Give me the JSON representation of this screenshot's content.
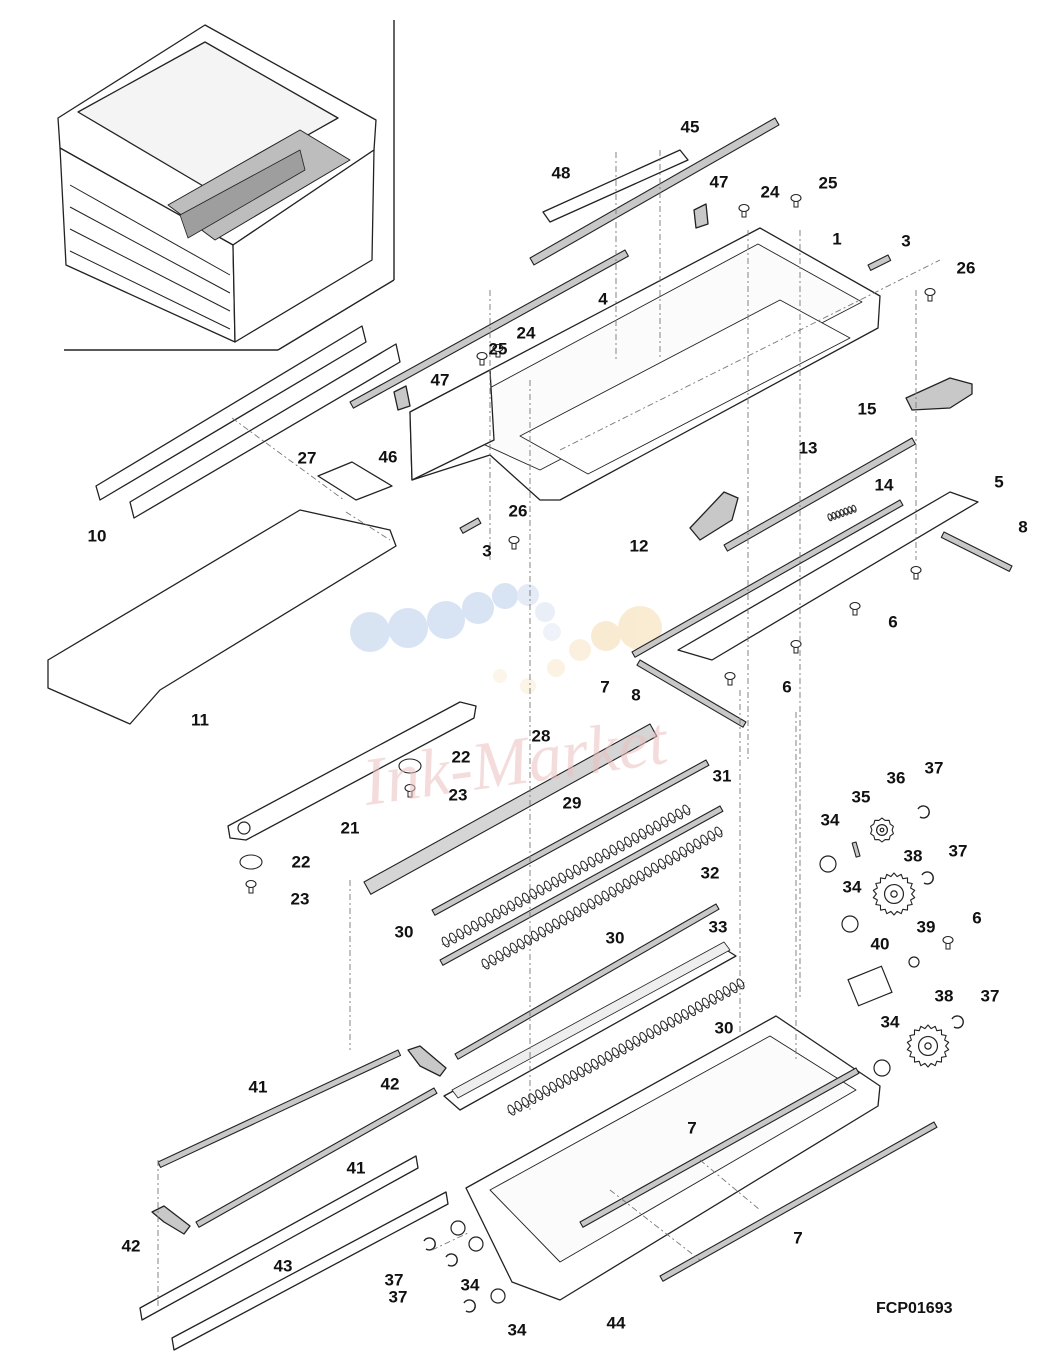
{
  "diagram": {
    "drawing_code": "FCP01693",
    "callouts": [
      "45",
      "48",
      "47",
      "24",
      "25",
      "1",
      "3",
      "26",
      "4",
      "24",
      "25",
      "47",
      "15",
      "27",
      "46",
      "13",
      "14",
      "5",
      "10",
      "26",
      "12",
      "8",
      "3",
      "6",
      "7",
      "6",
      "8",
      "11",
      "28",
      "22",
      "31",
      "36",
      "37",
      "23",
      "35",
      "34",
      "29",
      "21",
      "38",
      "37",
      "22",
      "34",
      "23",
      "32",
      "6",
      "30",
      "33",
      "39",
      "30",
      "40",
      "38",
      "37",
      "30",
      "34",
      "41",
      "42",
      "41",
      "7",
      "42",
      "43",
      "37",
      "34",
      "7",
      "37",
      "34",
      "44"
    ]
  },
  "watermark": {
    "text": "Ink-Market",
    "colors": [
      "#b9cdea",
      "#f5dcae",
      "#ecc0c0"
    ]
  },
  "colors": {
    "line": "#222222",
    "dash": "#777777",
    "fill": "#ffffff",
    "shade": "#c8c8c8"
  }
}
